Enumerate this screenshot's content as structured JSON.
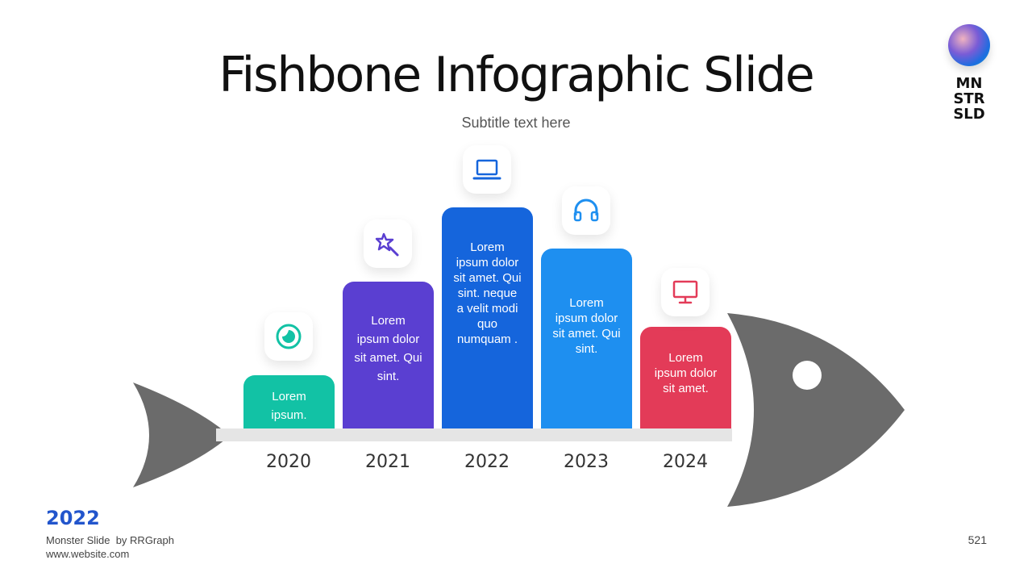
{
  "header": {
    "title": "Fishbone Infographic Slide",
    "subtitle": "Subtitle text here"
  },
  "logo": {
    "line1": "MN",
    "line2": "STR",
    "line3": "SLD"
  },
  "footer": {
    "year": "2022",
    "credit": "Monster Slide  by RRGraph",
    "website": "www.website.com",
    "page_number": "521"
  },
  "fishbone": {
    "items": [
      {
        "year": "2020",
        "text": "Lorem ipsum.",
        "color": "#12c2a5",
        "icon": "circle-pie-icon"
      },
      {
        "year": "2021",
        "text": "Lorem ipsum dolor sit amet. Qui sint.",
        "color": "#5a3fd1",
        "icon": "star-wand-icon"
      },
      {
        "year": "2022",
        "text": "Lorem ipsum dolor sit amet. Qui sint. neque a velit modi quo numquam .",
        "color": "#1565dc",
        "icon": "laptop-icon"
      },
      {
        "year": "2023",
        "text": "Lorem ipsum dolor sit amet. Qui sint.",
        "color": "#1e8ff0",
        "icon": "headphones-icon"
      },
      {
        "year": "2024",
        "text": "Lorem ipsum dolor sit amet.",
        "color": "#e33b58",
        "icon": "monitor-icon"
      }
    ],
    "fish_color": "#6b6b6b"
  }
}
